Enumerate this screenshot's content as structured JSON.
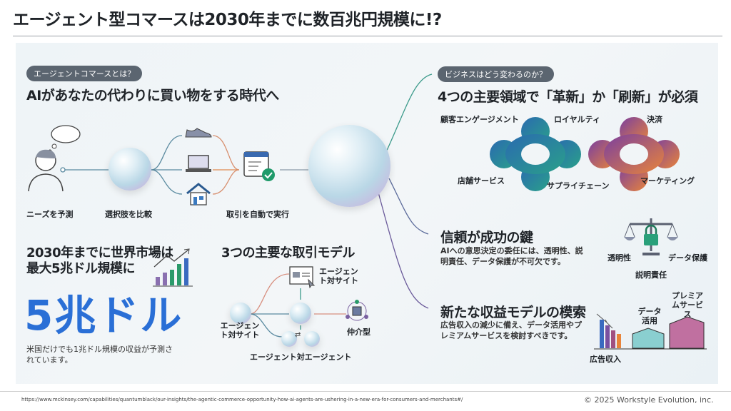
{
  "title": "エージェント型コマースは2030年までに数百兆円規模に!?",
  "left": {
    "pill": "エージェントコマースとは？",
    "heading": "AIがあなたの代わりに買い物をする時代へ",
    "flow": [
      "ニーズを予測",
      "選択肢を比較",
      "取引を自動で実行"
    ],
    "market_heading_1": "2030年までに世界市場は",
    "market_heading_2": "最大5兆ドル規模に",
    "big_value": "5兆ドル",
    "market_note": "米国だけでも1兆ドル規模の収益が予測されています。",
    "models_heading": "3つの主要な取引モデル",
    "models": {
      "agent_to_site_top": "エージェント対サイト",
      "agent_to_site_left": "エージェント対サイト",
      "broker": "仲介型",
      "agent_to_agent": "エージェント対エージェント"
    }
  },
  "right": {
    "pill": "ビジネスはどう変わるのか？",
    "heading": "4つの主要領域で「革新」か「刷新」が必須",
    "areas": [
      "顧客エンゲージメント",
      "ロイヤルティ",
      "決済",
      "店舗サービス",
      "サプライチェーン",
      "マーケティング"
    ],
    "trust_heading": "信頼が成功の鍵",
    "trust_body": "AIへの意思決定の委任には、透明性、説明責任、データ保護が不可欠です。",
    "trust_labels": [
      "透明性",
      "データ保護",
      "説明責任"
    ],
    "revenue_heading": "新たな収益モデルの模索",
    "revenue_body": "広告収入の減少に備え、データ活用やプレミアムサービスを検討すべきです。",
    "revenue_labels": [
      "広告収入",
      "データ活用",
      "プレミアムサービス"
    ]
  },
  "footer": {
    "source_url": "https://www.mckinsey.com/capabilities/quantumblack/our-insights/the-agentic-commerce-opportunity-how-ai-agents-are-ushering-in-a-new-era-for-consumers-and-merchants#/",
    "copyright": "© 2025 Workstyle Evolution, inc."
  },
  "colors": {
    "accent_blue": "#2a6fd6",
    "pill": "#5b6570",
    "teal": "#1f9a8a",
    "purple": "#7a3fa0",
    "orange": "#e8843a"
  }
}
